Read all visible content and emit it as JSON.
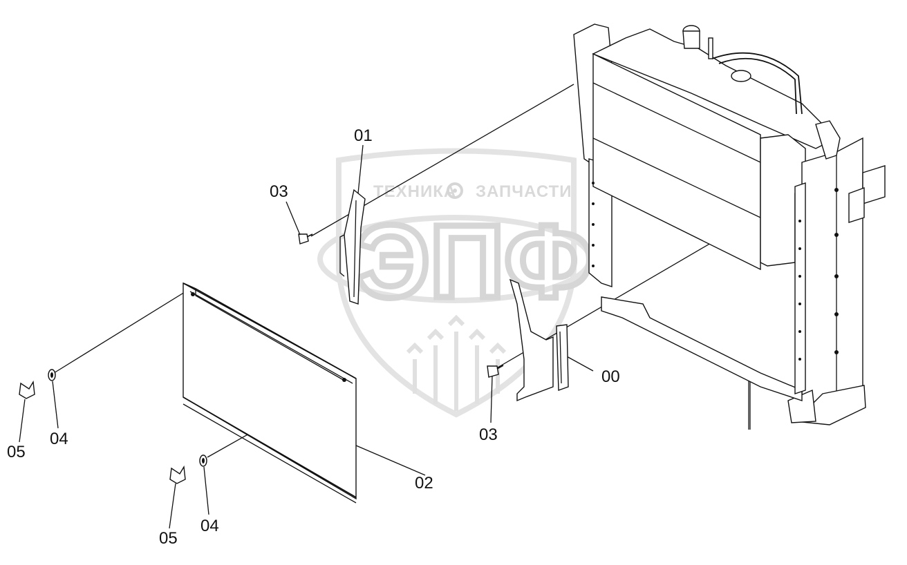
{
  "watermark": {
    "left_text": "ТЕХНИКА",
    "right_text": "ЗАПЧАСТИ",
    "logo_text": "ЭПФ",
    "gear_icon": "gear-icon",
    "color": "#d9d9d9"
  },
  "callouts": {
    "c00": "00",
    "c01": "01",
    "c02": "02",
    "c03a": "03",
    "c03b": "03",
    "c04a": "04",
    "c04b": "04",
    "c05a": "05",
    "c05b": "05"
  }
}
